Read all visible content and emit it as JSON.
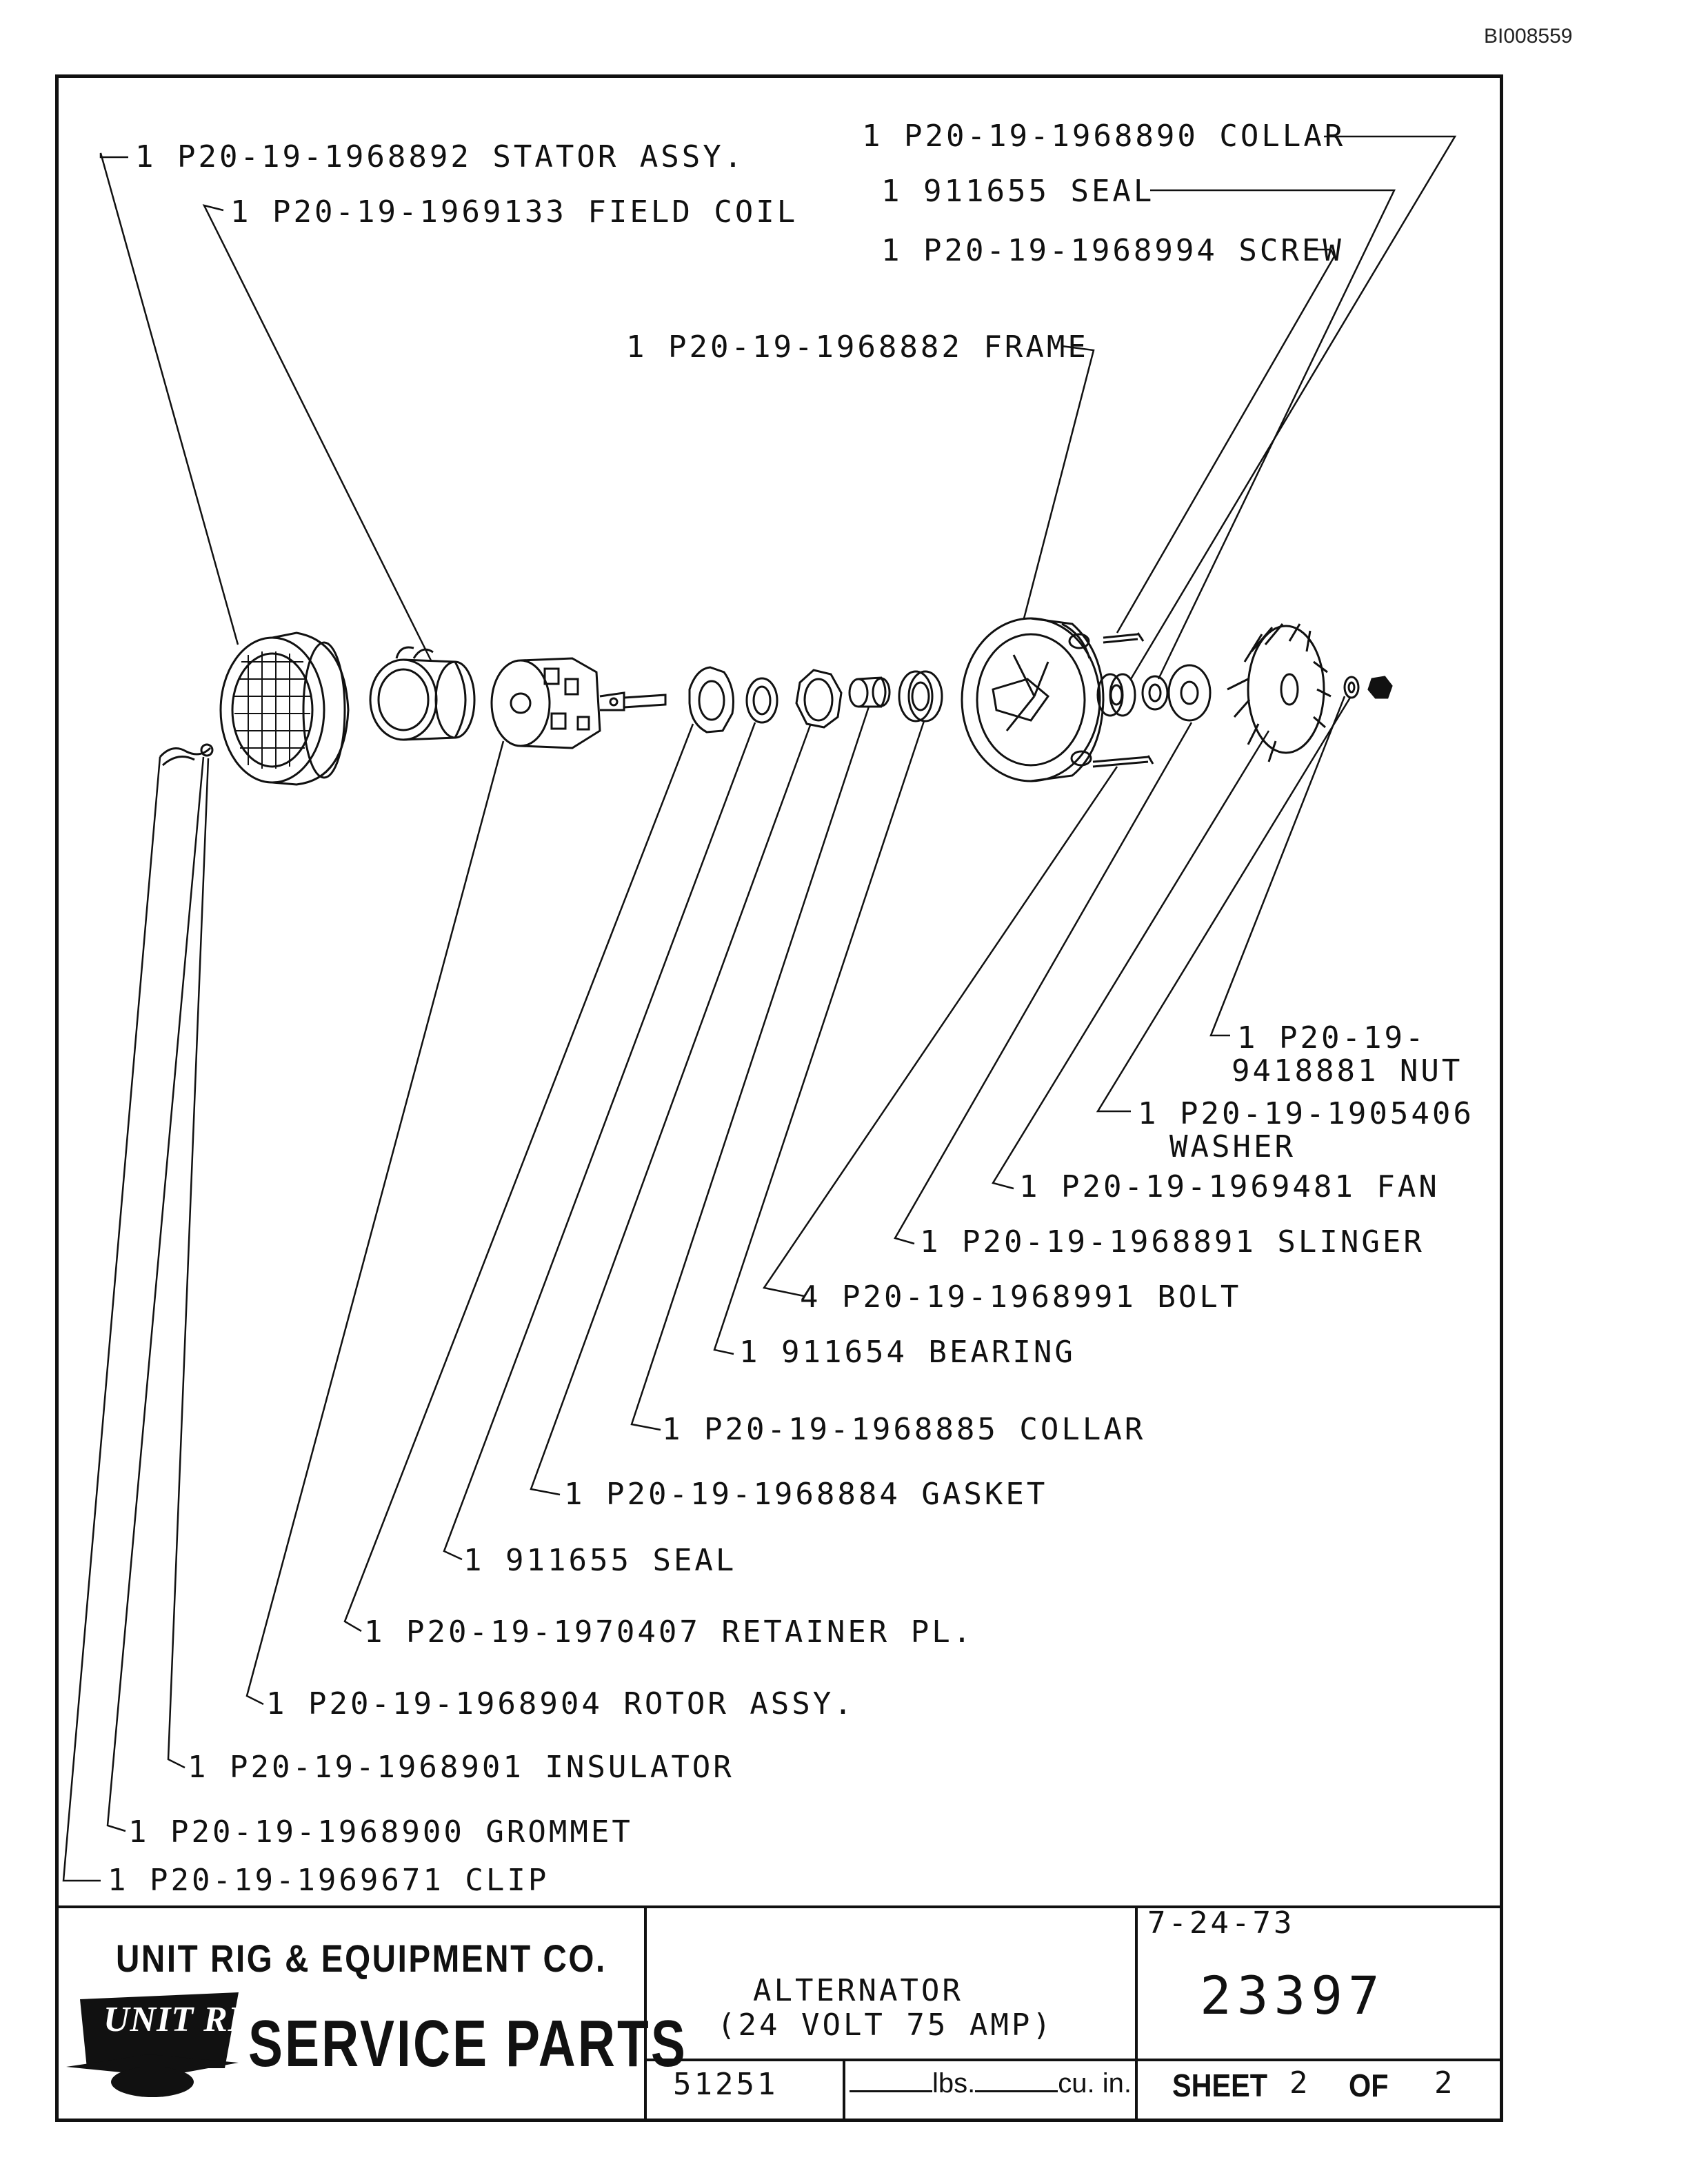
{
  "document": {
    "doc_id": "BI008559"
  },
  "callouts": [
    {
      "qty": "1",
      "part": "P20-19-1968892",
      "desc": "STATOR ASSY."
    },
    {
      "qty": "1",
      "part": "P20-19-1969133",
      "desc": "FIELD COIL"
    },
    {
      "qty": "1",
      "part": "P20-19-1968890",
      "desc": "COLLAR"
    },
    {
      "qty": "1",
      "part": "911655",
      "desc": "SEAL"
    },
    {
      "qty": "1",
      "part": "P20-19-1968994",
      "desc": "SCREW"
    },
    {
      "qty": "1",
      "part": "P20-19-1968882",
      "desc": "FRAME"
    },
    {
      "qty": "1",
      "part": "P20-19-",
      "desc": "9418881 NUT"
    },
    {
      "qty": "1",
      "part": "P20-19-1905406",
      "desc": "WASHER"
    },
    {
      "qty": "1",
      "part": "P20-19-1969481",
      "desc": "FAN"
    },
    {
      "qty": "1",
      "part": "P20-19-1968891",
      "desc": "SLINGER"
    },
    {
      "qty": "4",
      "part": "P20-19-1968991",
      "desc": "BOLT"
    },
    {
      "qty": "1",
      "part": "911654",
      "desc": "BEARING"
    },
    {
      "qty": "1",
      "part": "P20-19-1968885",
      "desc": "COLLAR"
    },
    {
      "qty": "1",
      "part": "P20-19-1968884",
      "desc": "GASKET"
    },
    {
      "qty": "1",
      "part": "911655",
      "desc": "SEAL"
    },
    {
      "qty": "1",
      "part": "P20-19-1970407",
      "desc": "RETAINER PL."
    },
    {
      "qty": "1",
      "part": "P20-19-1968904",
      "desc": "ROTOR ASSY."
    },
    {
      "qty": "1",
      "part": "P20-19-1968901",
      "desc": "INSULATOR"
    },
    {
      "qty": "1",
      "part": "P20-19-1968900",
      "desc": "GROMMET"
    },
    {
      "qty": "1",
      "part": "P20-19-1969671",
      "desc": "CLIP"
    }
  ],
  "title_block": {
    "company": "UNIT RIG & EQUIPMENT CO.",
    "logo_text": "UNIT RIG",
    "service_label": "SERVICE PARTS",
    "title_line1": "ALTERNATOR",
    "title_line2": "(24 VOLT  75 AMP)",
    "date": "7-24-73",
    "drawing_number": "23397",
    "part_number": "51251",
    "weight_unit": "lbs.",
    "volume_unit": "cu. in.",
    "sheet_label": "SHEET",
    "sheet_of_label": "OF",
    "sheet_current": "2",
    "sheet_total": "2"
  }
}
